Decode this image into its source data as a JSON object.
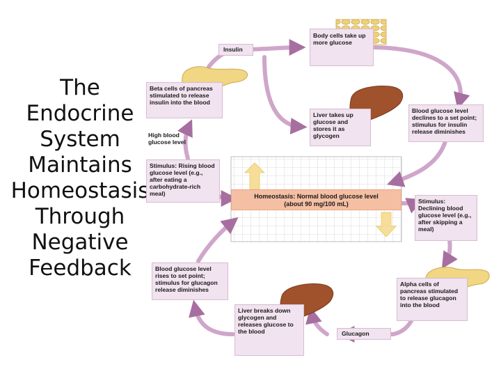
{
  "title_lines": [
    "The",
    "Endocrine",
    "System",
    "Maintains",
    "Homeostasis",
    "Through",
    "Negative",
    "Feedback"
  ],
  "labels": {
    "insulin": "Insulin",
    "body_cells": "Body cells take up more glucose",
    "beta_cells": "Beta cells of pancreas stimulated to release insulin into the blood",
    "liver_takes": "Liver takes up glucose and stores it as glycogen",
    "declines": "Blood glucose level declines to a set point; stimulus for insulin release diminishes",
    "high_glucose": "High blood glucose level",
    "stimulus_rising": "Stimulus: Rising blood glucose level (e.g., after eating a carbohydrate-rich meal)",
    "homeostasis_line1": "Homeostasis: Normal blood glucose level",
    "homeostasis_line2": "(about 90 mg/100 mL)",
    "stimulus_declining": "Stimulus: Declining blood glucose level (e.g., after skipping a meal)",
    "rises": "Blood glucose level rises to set point; stimulus for glucagon release diminishes",
    "alpha_cells": "Alpha cells of pancreas stimulated to release glucagon into the blood",
    "liver_breaks": "Liver breaks down glycogen and releases glucose to the blood",
    "glucagon": "Glucagon"
  },
  "colors": {
    "pathway": "#cfa6c9",
    "arrowhead": "#a76fa0",
    "liver": "#a0522d",
    "pancreas": "#f1d683",
    "grid": "#c9c9c9",
    "up_arrow": "#f6de9a",
    "down_arrow": "#f6de9a"
  }
}
